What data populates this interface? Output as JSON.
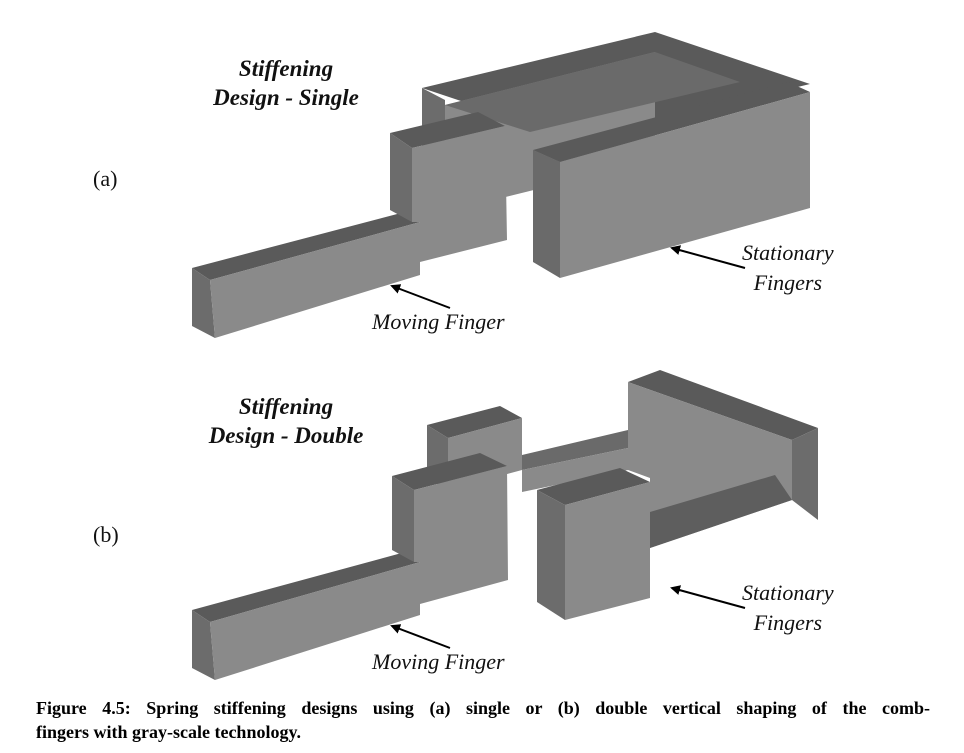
{
  "figure": {
    "panels": [
      {
        "label": "(a)",
        "title_lines": [
          "Stiffening",
          "Design - Single"
        ],
        "moving_label": "Moving Finger",
        "stationary_lines": [
          "Stationary",
          "Fingers"
        ]
      },
      {
        "label": "(b)",
        "title_lines": [
          "Stiffening",
          "Design - Double"
        ],
        "moving_label": "Moving Finger",
        "stationary_lines": [
          "Stationary",
          "Fingers"
        ]
      }
    ],
    "colors": {
      "top_face": "#5a5a5a",
      "front_face": "#8a8a8a",
      "side_face": "#707070",
      "inner_face": "#7e7e7e",
      "edge": "#3a3a3a",
      "arrow": "#000000"
    }
  },
  "caption": {
    "line1": "Figure 4.5: Spring stiffening designs using (a) single or (b) double vertical shaping of the comb-",
    "line2": "fingers with gray-scale technology."
  }
}
